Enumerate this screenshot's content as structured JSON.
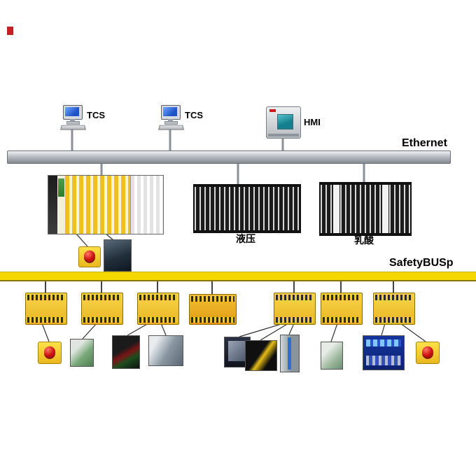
{
  "diagram": {
    "labels": {
      "ethernet": "Ethernet",
      "safetybus": "SafetyBUSp"
    },
    "workstations": [
      {
        "label": "TCS"
      },
      {
        "label": "TCS"
      }
    ],
    "hmi": {
      "label": "HMI"
    },
    "racks": {
      "middle": {
        "label": "液压"
      },
      "right": {
        "label": "乳酸"
      }
    },
    "colors": {
      "bus_safety": "#f5d800",
      "module_yellow": "#e9b422",
      "estop_red": "#cc1111",
      "rack_dark": "#1c1c1c"
    }
  }
}
